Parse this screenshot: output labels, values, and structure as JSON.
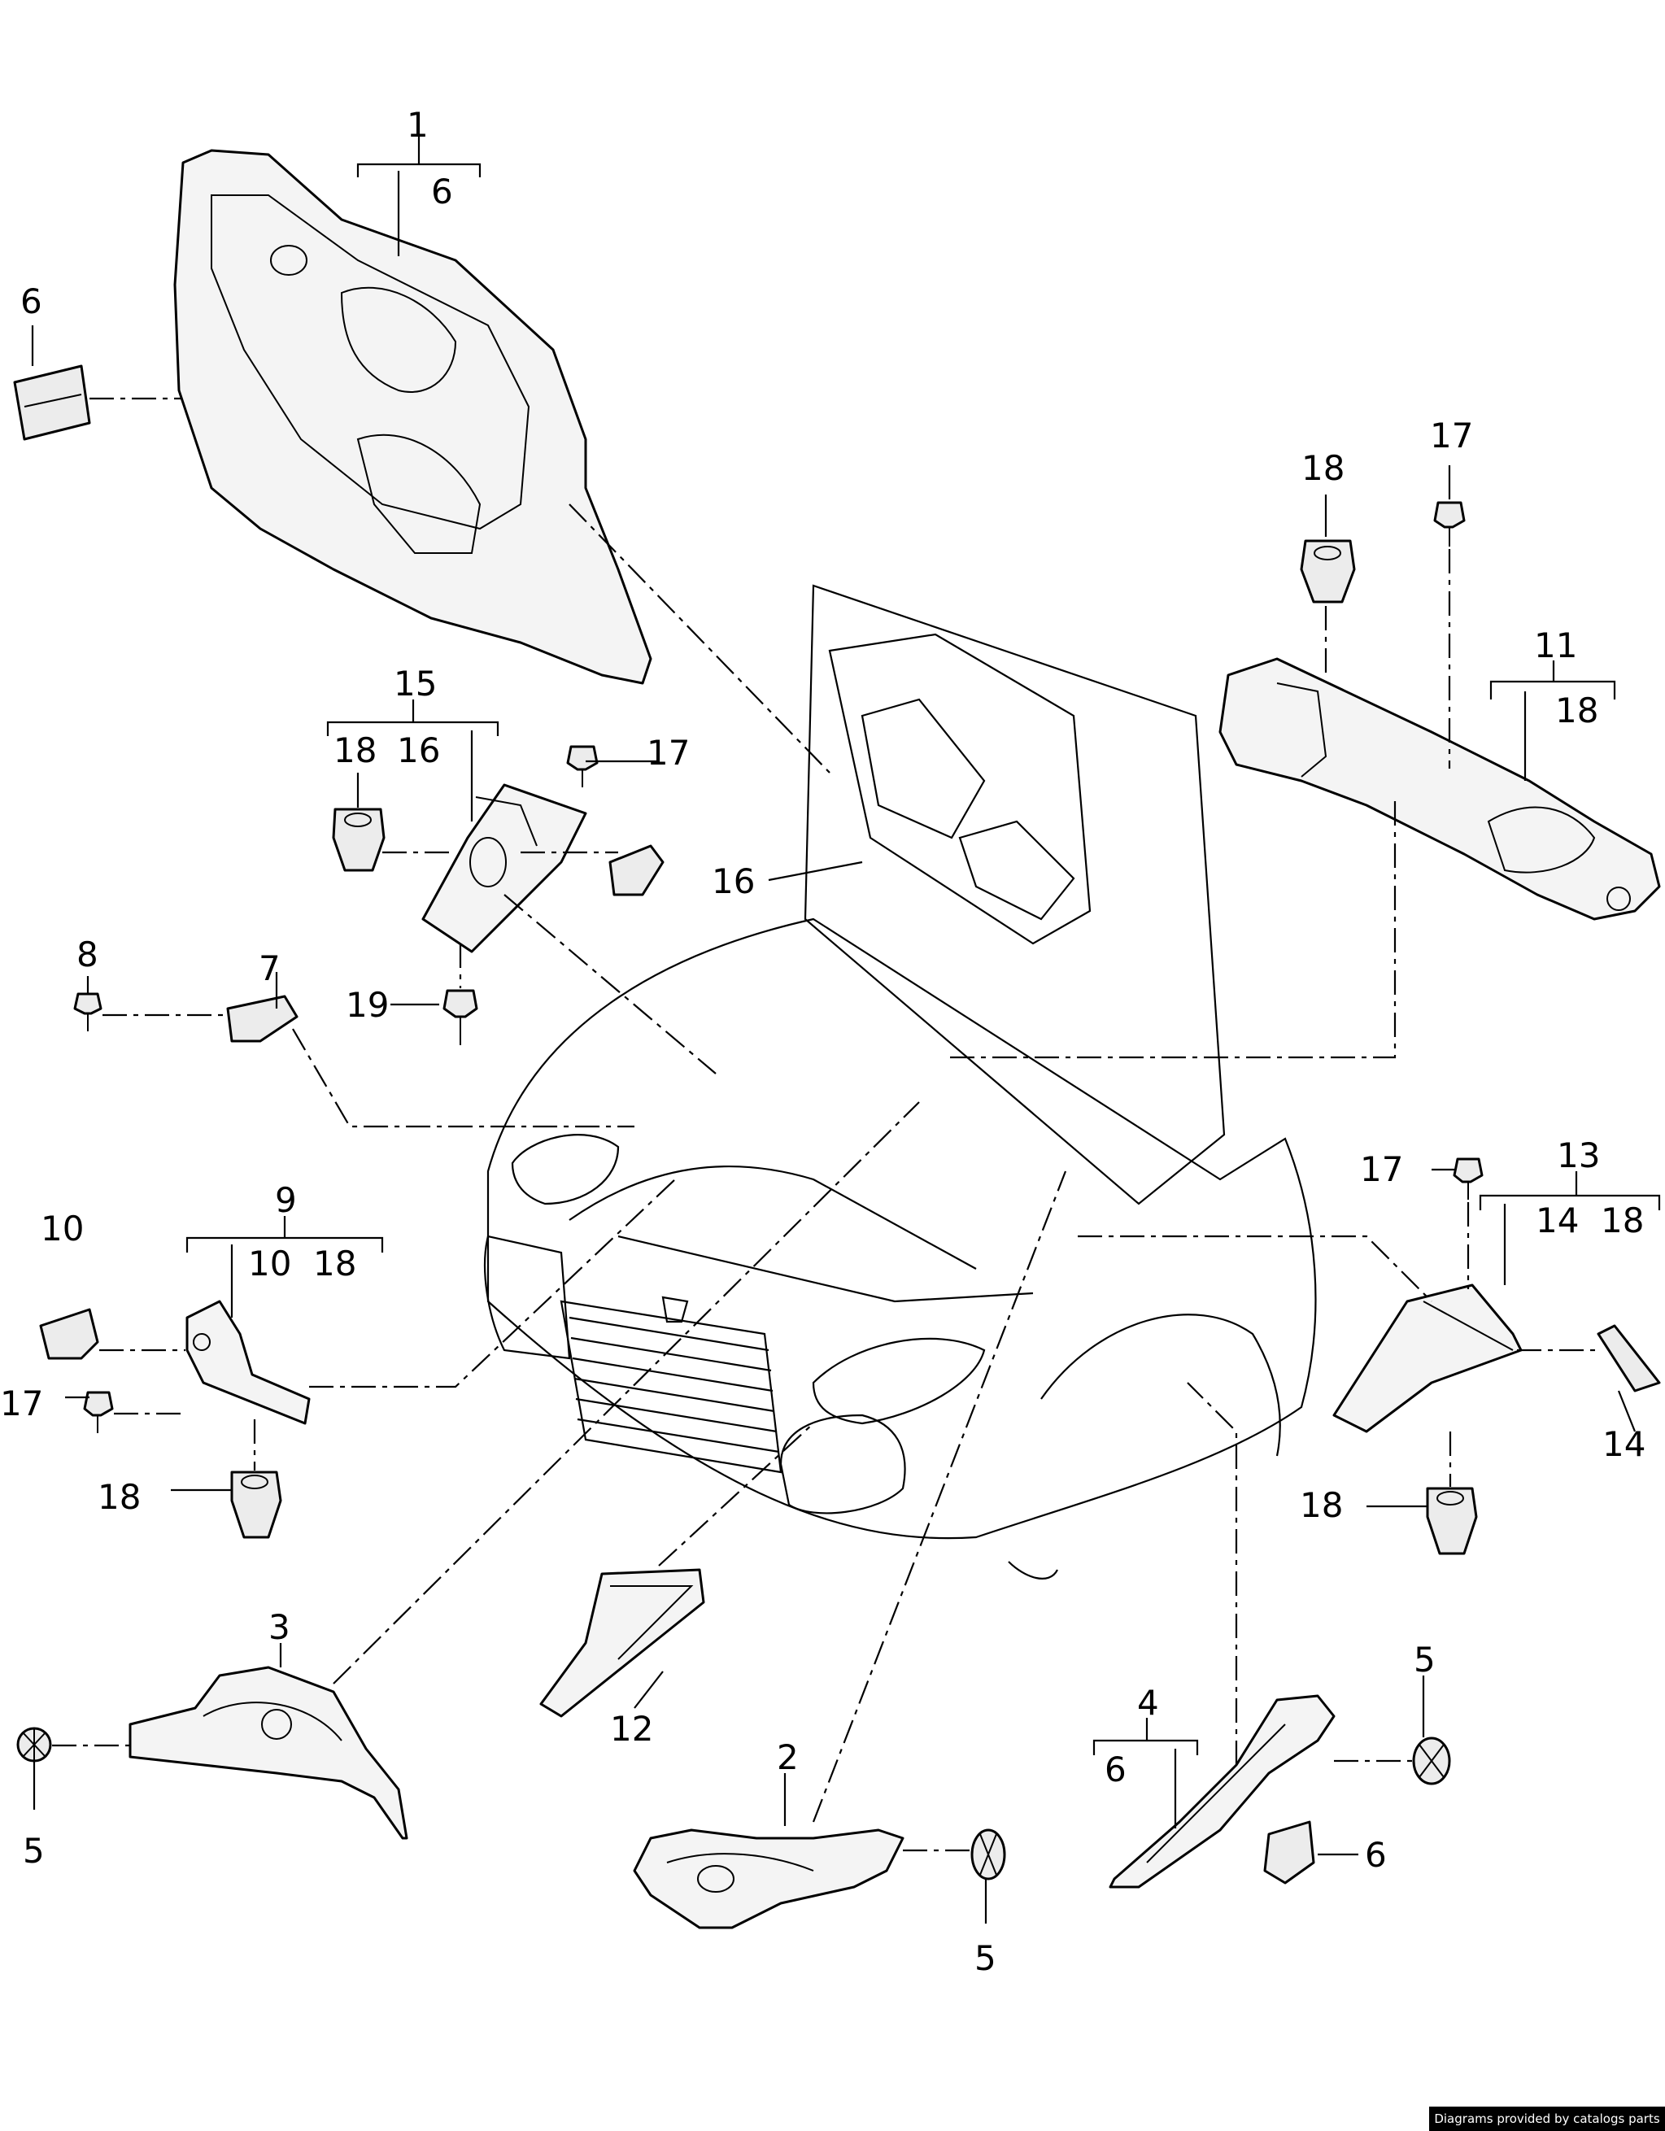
{
  "callouts": {
    "c1_1": "1",
    "c1_6": "6",
    "c6_tl": "6",
    "c18_top": "18",
    "c17_top": "17",
    "c11": "11",
    "c11_18": "18",
    "c15": "15",
    "c15_18": "18",
    "c15_16": "16",
    "c17_mid": "17",
    "c16": "16",
    "c8": "8",
    "c7": "7",
    "c19": "19",
    "c13": "13",
    "c13_14": "14",
    "c13_18": "18",
    "c17_right": "17",
    "c14_right": "14",
    "c18_right": "18",
    "c9": "9",
    "c9_10": "10",
    "c9_18": "18",
    "c10": "10",
    "c17_left": "17",
    "c18_left": "18",
    "c3": "3",
    "c5_left": "5",
    "c12": "12",
    "c2": "2",
    "c5_mid": "5",
    "c4": "4",
    "c4_6": "6",
    "c5_right": "5",
    "c6_right": "6"
  },
  "credit": "Diagrams provided by catalogs parts"
}
